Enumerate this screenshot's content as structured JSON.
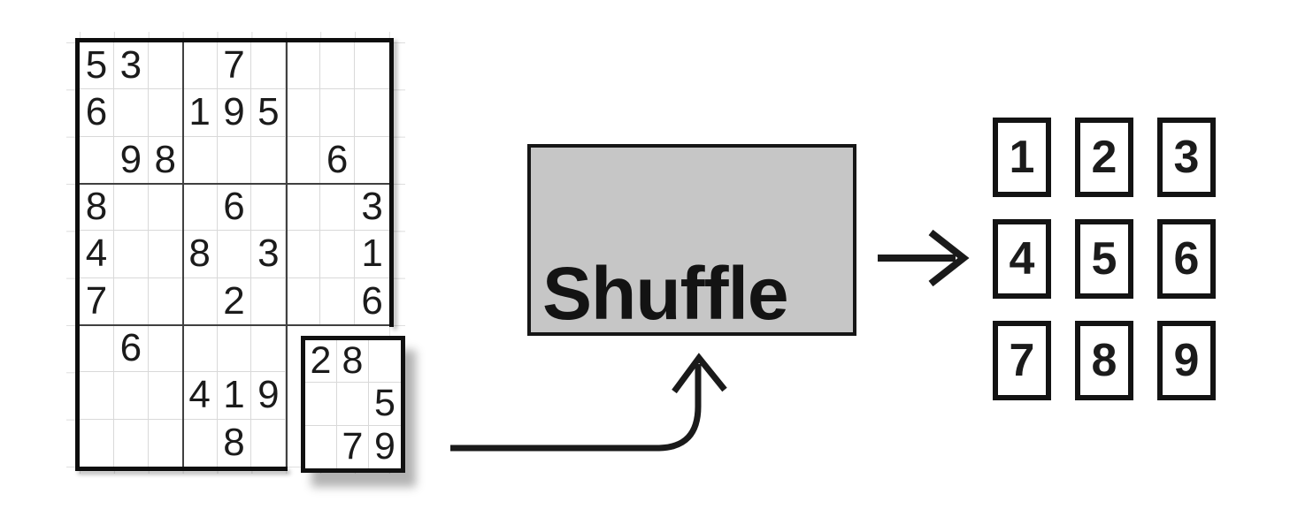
{
  "sudoku": {
    "rows": [
      [
        "5",
        "3",
        "",
        "",
        "7",
        "",
        "",
        "",
        ""
      ],
      [
        "6",
        "",
        "",
        "1",
        "9",
        "5",
        "",
        "",
        ""
      ],
      [
        "",
        "9",
        "8",
        "",
        "",
        "",
        "",
        "6",
        ""
      ],
      [
        "8",
        "",
        "",
        "",
        "6",
        "",
        "",
        "",
        "3"
      ],
      [
        "4",
        "",
        "",
        "8",
        "",
        "3",
        "",
        "",
        "1"
      ],
      [
        "7",
        "",
        "",
        "",
        "2",
        "",
        "",
        "",
        "6"
      ],
      [
        "",
        "6",
        "",
        "",
        "",
        "",
        "",
        "",
        ""
      ],
      [
        "",
        "",
        "",
        "4",
        "1",
        "9",
        "",
        "",
        ""
      ],
      [
        "",
        "",
        "",
        "",
        "8",
        "",
        "",
        "",
        ""
      ]
    ]
  },
  "extracted_block": {
    "rows": [
      [
        "2",
        "8",
        ""
      ],
      [
        "",
        "",
        "5"
      ],
      [
        "",
        "7",
        "9"
      ]
    ]
  },
  "shuffle": {
    "label": "Shuffle",
    "fill": "#c6c6c6"
  },
  "output_tiles": {
    "values": [
      "1",
      "2",
      "3",
      "4",
      "5",
      "6",
      "7",
      "8",
      "9"
    ]
  },
  "icons": {
    "right_arrow": "right-arrow-icon",
    "curved_arrow": "curved-up-arrow-icon"
  },
  "colors": {
    "faint_grid_line": "#d6d6d6",
    "block_line": "#404040",
    "outer_border": "#0d0d0d",
    "digit": "#1b1b1b",
    "arrow": "#1a1a1a",
    "tile_border": "#131313"
  }
}
